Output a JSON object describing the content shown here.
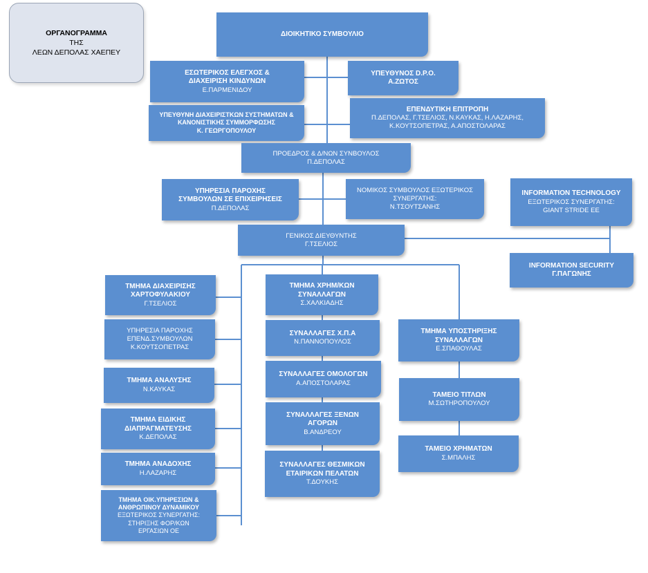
{
  "title": {
    "line1": "ΟΡΓΑΝΟΓΡΑΜΜΑ",
    "line2": "ΤΗΣ",
    "line3": "ΛΕΩΝ ΔΕΠΟΛΑΣ ΧΑΕΠΕΥ"
  },
  "board": {
    "title": "ΔΙΟΙΚΗΤΙΚΟ  ΣΥΜΒΟΥΛΙΟ"
  },
  "internal_audit": {
    "title1": "ΕΣΩΤΕΡΙΚΟΣ ΕΛΕΓΧΟΣ &",
    "title2": "ΔΙΑΧΕΙΡΙΣΗ ΚΙΝΔΥΝΩΝ",
    "name": "Ε.ΠΑΡΜΕΝΙΔΟΥ"
  },
  "dpo": {
    "title": "ΥΠΕΥΘΥΝΟΣ D.P.O.",
    "name": "Α.ΖΩΤΟΣ"
  },
  "compliance": {
    "title1": "ΥΠΕΥΘΥΝΗ ΔΙΑΧΕΙΡΙΣΤΚΩΝ ΣΥΣΤΗΜΑΤΩΝ &",
    "title2": "ΚΑΝΟΝΙΣΤΙΚΗΣ ΣΥΜΜΟΡΦΩΣΗΣ",
    "name": "Κ. ΓΕΩΡΓΟΠΟΥΛΟΥ"
  },
  "investment_committee": {
    "title": "ΕΠΕΝΔΥΤΙΚΗ ΕΠΙΤΡΟΠΗ",
    "members1": "Π.ΔΕΠΟΛΑΣ, Γ.ΤΣΕΛΙΟΣ,  Ν.ΚΑΥΚΑΣ,  Η.ΛΑΖΑΡΗΣ,",
    "members2": "Κ.ΚΟΥΤΣΟΠΕΤΡΑΣ,  Α.ΑΠΟΣΤΟΛΑΡΑΣ"
  },
  "president": {
    "title": "ΠΡΟΕΔΡΟΣ & Δ/ΝΩΝ ΣΥΝΒΟΥΛΟΣ",
    "name": "Π.ΔΕΠΟΛΑΣ"
  },
  "business_advisory": {
    "title1": "ΥΠΗΡΕΣΙΑ ΠΑΡΟΧΗΣ",
    "title2": "ΣΥΜΒΟΥΛΩΝ ΣΕ ΕΠΙΧΕΙΡΗΣΕΙΣ",
    "name": "Π.ΔΕΠΟΛΑΣ"
  },
  "legal": {
    "title1": "ΝΟΜΙΚΟΣ ΣΥΜΒΟΥΛΟΣ ΕΞΩΤΕΡΙΚΟΣ",
    "title2": "ΣΥΝΕΡΓΑΤΗΣ:",
    "name": "Ν.ΤΣΟΥΤΣΑΝΗΣ"
  },
  "it": {
    "title": "INFORMATION TECHNOLOGY",
    "sub": "ΕΞΩΤΕΡΙΚΟΣ ΣΥΝΕΡΓΑΤΗΣ:",
    "name": "GIANT STRIDE EE"
  },
  "general_manager": {
    "title": "ΓΕΝΙΚΟΣ ΔΙΕΥΘΥΝΤΗΣ",
    "name": "Γ.ΤΣΕΛΙΟΣ"
  },
  "info_security": {
    "title": "INFORMATION SECURITY",
    "name": "Γ.ΠΑΓΩΝΗΣ"
  },
  "left_column": [
    {
      "title1": "ΤΜΗΜΑ ΔΙΑΧΕΙΡΙΣΗΣ",
      "title2": "ΧΑΡΤΟΦΥΛΑΚΙΟΥ",
      "name": "Γ.ΤΣΕΛΙΟΣ"
    },
    {
      "title1": "ΥΠΗΡΕΣΙΑ ΠΑΡΟΧΗΣ",
      "title2": "ΕΠΕΝΔ.ΣΥΜΒΟΥΛΩΝ",
      "name": "Κ.ΚΟΥΤΣΟΠΕΤΡΑΣ"
    },
    {
      "title1": "ΤΜΗΜΑ ΑΝΑΛΥΣΗΣ",
      "name": "Ν.ΚΑΥΚΑΣ"
    },
    {
      "title1": "ΤΜΗΜΑ ΕΙΔΙΚΗΣ",
      "title2": "ΔΙΑΠΡΑΓΜΑΤΕΥΣΗΣ",
      "name": "Κ.ΔΕΠΟΛΑΣ"
    },
    {
      "title1": "ΤΜΗΜΑ ΑΝΑΔΟΧΗΣ",
      "name": "Η.ΛΑΖΑΡΗΣ"
    },
    {
      "title1": "ΤΜΗΜΑ ΟΙΚ.ΥΠΗΡΕΣΙΩΝ &",
      "title2": "ΑΝΘΡΩΠΙΝΟΥ ΔΥΝΑΜΙΚΟΥ",
      "sub": "ΕΞΩΤΕΡΙΚΟΣ ΣΥΝΕΡΓΑΤΗΣ:",
      "name1": "ΣΤΗΡΙΞΗΣ ΦΟΡ/ΚΩΝ",
      "name2": "ΕΡΓΑΣΙΩΝ ΟΕ"
    }
  ],
  "middle_column": [
    {
      "title1": "ΤΜΗΜΑ ΧΡΗΜ/ΚΩΝ",
      "title2": "ΣΥΝΑΛΛΑΓΩΝ",
      "name": "Σ.ΧΑΛΚΙΑΔΗΣ"
    },
    {
      "title1": "ΣΥΝΑΛΛΑΓΕΣ Χ.Π.Α",
      "name": "Ν.ΠΑΝΝΟΠΟΥΛΟΣ"
    },
    {
      "title1": "ΣΥΝΑΛΛΑΓΕΣ ΟΜΟΛΟΓΩΝ",
      "name": "Α.ΑΠΟΣΤΟΛΑΡΑΣ"
    },
    {
      "title1": "ΣΥΝΑΛΛΑΓΕΣ ΞΕΝΩΝ",
      "title2": "ΑΓΟΡΩΝ",
      "name": "Β.ΑΝΔΡΕΟΥ"
    },
    {
      "title1": "ΣΥΝΑΛΛΑΓΕΣ ΘΕΣΜΙΚΩΝ",
      "title2": "ΕΤΑΙΡΙΚΩΝ ΠΕΛΑΤΩΝ",
      "name": "Τ.ΔΟΥΚΗΣ"
    }
  ],
  "right_column": [
    {
      "title1": "ΤΜΗΜΑ ΥΠΟΣΤΗΡΙΞΗΣ",
      "title2": "ΣΥΝΑΛΛΑΓΩΝ",
      "name": "Ε.ΣΠΑΘΟΥΛΑΣ"
    },
    {
      "title1": "ΤΑΜΕΙΟ ΤΙΤΛΩΝ",
      "name": "Μ.ΣΩΤΗΡΟΠΟΥΛΟΥ"
    },
    {
      "title1": "ΤΑΜΕΙΟ ΧΡΗΜΑΤΩΝ",
      "name": "Σ.ΜΠΑΛΗΣ"
    }
  ],
  "colors": {
    "box": "#5b8fd0",
    "line": "#5b8fd0",
    "title_bg": "#dfe4ee"
  }
}
